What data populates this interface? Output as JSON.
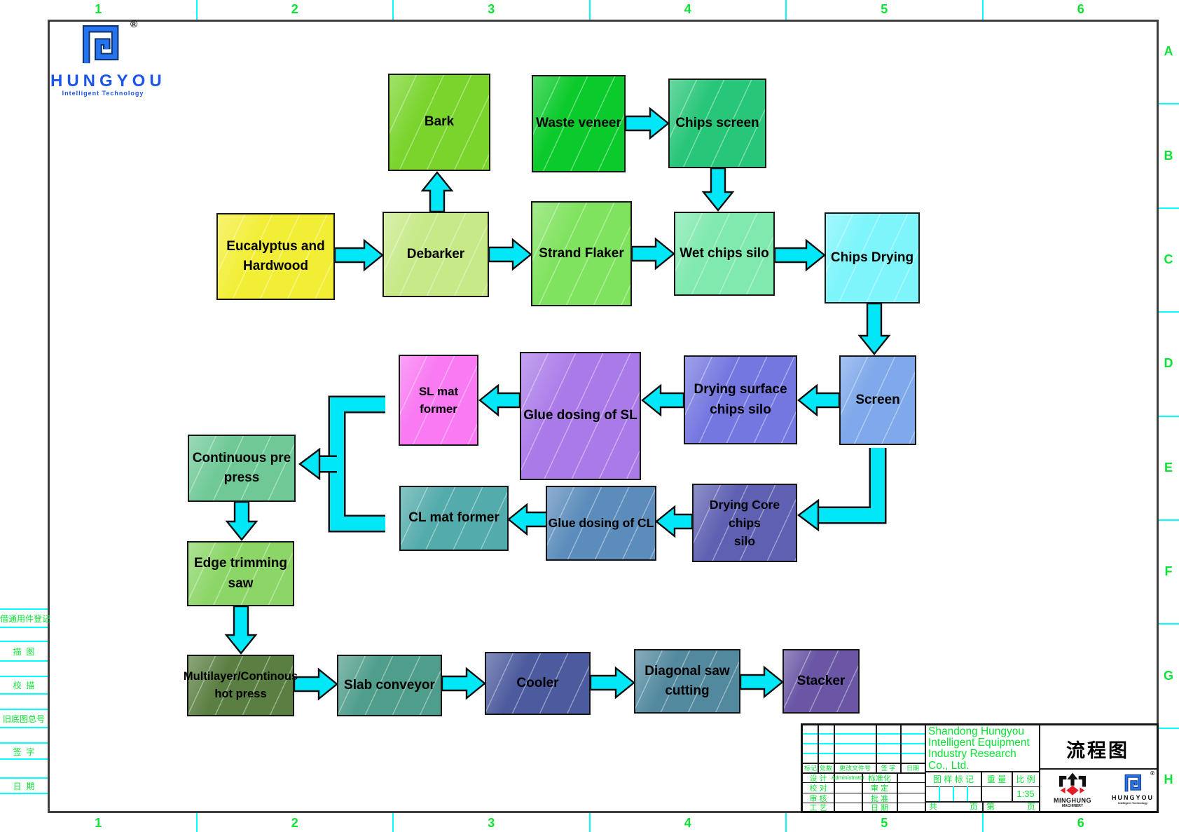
{
  "document": {
    "doc_title": "流程图"
  },
  "colors": {
    "arrow": "#00e7f7",
    "green_text": "#0ae334",
    "cyan_line": "#00ffff",
    "frame": "#3f3f3f",
    "logo_blue": "#1b55ea"
  },
  "rulers": {
    "columns": [
      "1",
      "2",
      "3",
      "4",
      "5",
      "6"
    ],
    "rows": [
      "A",
      "B",
      "C",
      "D",
      "E",
      "F",
      "G",
      "H"
    ]
  },
  "margin_form": {
    "rows": [
      "借通用件登记",
      "描  图",
      "校  描",
      "旧底图总号",
      "签  字",
      "日  期"
    ]
  },
  "logo": {
    "name": "HUNGYOU",
    "tagline": "Intelligent Technology",
    "registered": "®"
  },
  "flowchart": {
    "nodes": {
      "bark": {
        "label": "Bark",
        "color": "#79d42c"
      },
      "waste_veneer": {
        "label": "Waste veneer",
        "color": "#0bca2b"
      },
      "chips_screen": {
        "label": "Chips screen",
        "color": "#28c678"
      },
      "eucalyptus": {
        "label": "Eucalyptus and\nHardwood",
        "color": "#f2ee35"
      },
      "debarker": {
        "label": "Debarker",
        "color": "#c7e987"
      },
      "strand_flaker": {
        "label": "Strand Flaker",
        "color": "#80e35f"
      },
      "wet_chips_silo": {
        "label": "Wet chips silo",
        "color": "#7fe9ae"
      },
      "chips_drying": {
        "label": "Chips Drying",
        "color": "#7df5fb"
      },
      "screen": {
        "label": "Screen",
        "color": "#7fa9ea"
      },
      "drying_surface_silo": {
        "label": "Drying surface\nchips silo",
        "color": "#7577e0"
      },
      "glue_dosing_sl": {
        "label": "Glue dosing of SL",
        "color": "#aa7ae8"
      },
      "sl_mat_former": {
        "label": "SL mat former",
        "color": "#f97af2"
      },
      "continuous_pre_press": {
        "label": "Continuous pre\npress",
        "color": "#6fc997"
      },
      "drying_core_silo": {
        "label": "Drying Core chips\nsilo",
        "color": "#5f60b2"
      },
      "glue_dosing_cl": {
        "label": "Glue dosing of CL",
        "color": "#5b8cbb"
      },
      "cl_mat_former": {
        "label": "CL mat former",
        "color": "#54abab"
      },
      "edge_trimming_saw": {
        "label": "Edge trimming\nsaw",
        "color": "#8cd667"
      },
      "multilayer_hot_press": {
        "label": "Multilayer/Continous\nhot press",
        "color": "#5a7f42"
      },
      "slab_conveyor": {
        "label": "Slab conveyor",
        "color": "#4f9d8b"
      },
      "cooler": {
        "label": "Cooler",
        "color": "#4c5b9e"
      },
      "diagonal_saw": {
        "label": "Diagonal saw\ncutting",
        "color": "#53899e"
      },
      "stacker": {
        "label": "Stacker",
        "color": "#6a56a5"
      }
    },
    "connections": [
      {
        "from": "eucalyptus",
        "to": "debarker"
      },
      {
        "from": "debarker",
        "to": "bark"
      },
      {
        "from": "debarker",
        "to": "strand_flaker"
      },
      {
        "from": "strand_flaker",
        "to": "wet_chips_silo"
      },
      {
        "from": "waste_veneer",
        "to": "chips_screen"
      },
      {
        "from": "chips_screen",
        "to": "wet_chips_silo"
      },
      {
        "from": "wet_chips_silo",
        "to": "chips_drying"
      },
      {
        "from": "chips_drying",
        "to": "screen"
      },
      {
        "from": "screen",
        "to": "drying_surface_silo"
      },
      {
        "from": "drying_surface_silo",
        "to": "glue_dosing_sl"
      },
      {
        "from": "glue_dosing_sl",
        "to": "sl_mat_former"
      },
      {
        "from": "screen",
        "to": "drying_core_silo"
      },
      {
        "from": "drying_core_silo",
        "to": "glue_dosing_cl"
      },
      {
        "from": "glue_dosing_cl",
        "to": "cl_mat_former"
      },
      {
        "from": "sl_mat_former",
        "to": "continuous_pre_press"
      },
      {
        "from": "cl_mat_former",
        "to": "continuous_pre_press"
      },
      {
        "from": "continuous_pre_press",
        "to": "edge_trimming_saw"
      },
      {
        "from": "edge_trimming_saw",
        "to": "multilayer_hot_press"
      },
      {
        "from": "multilayer_hot_press",
        "to": "slab_conveyor"
      },
      {
        "from": "slab_conveyor",
        "to": "cooler"
      },
      {
        "from": "cooler",
        "to": "diagonal_saw"
      },
      {
        "from": "diagonal_saw",
        "to": "stacker"
      }
    ]
  },
  "title_block": {
    "revision_columns": [
      "标记",
      "处数",
      "更改文件号",
      "签 字",
      "日期"
    ],
    "sign_rows": [
      {
        "left": "设 计",
        "left_value": "Administrator",
        "right": "标准化",
        "right_value": ""
      },
      {
        "left": "校 对",
        "left_value": "",
        "right": "审 定",
        "right_value": ""
      },
      {
        "left": "审 核",
        "left_value": "",
        "right": "批 准",
        "right_value": ""
      },
      {
        "left": "工 艺",
        "left_value": "",
        "right": "日 期",
        "right_value": ""
      }
    ],
    "company_lines": [
      "Shandong Hungyou",
      "Intelligent Equipment",
      "Industry Research",
      "Co., Ltd."
    ],
    "drawing_mark_label": "图 样 标 记",
    "weight_label": "重 量",
    "scale_label": "比 例",
    "scale_value": "1:35",
    "total_label": "共",
    "total_pages_label": "页",
    "page_label": "第",
    "page_pages_label": "页",
    "doc_title": "流程图",
    "minghung_logo": {
      "name": "MINGHUNG",
      "subtitle": "MACHINERY"
    },
    "hungyou_logo": {
      "name": "HUNGYOU",
      "subtitle": "Intelligent Technology",
      "registered": "®"
    }
  }
}
